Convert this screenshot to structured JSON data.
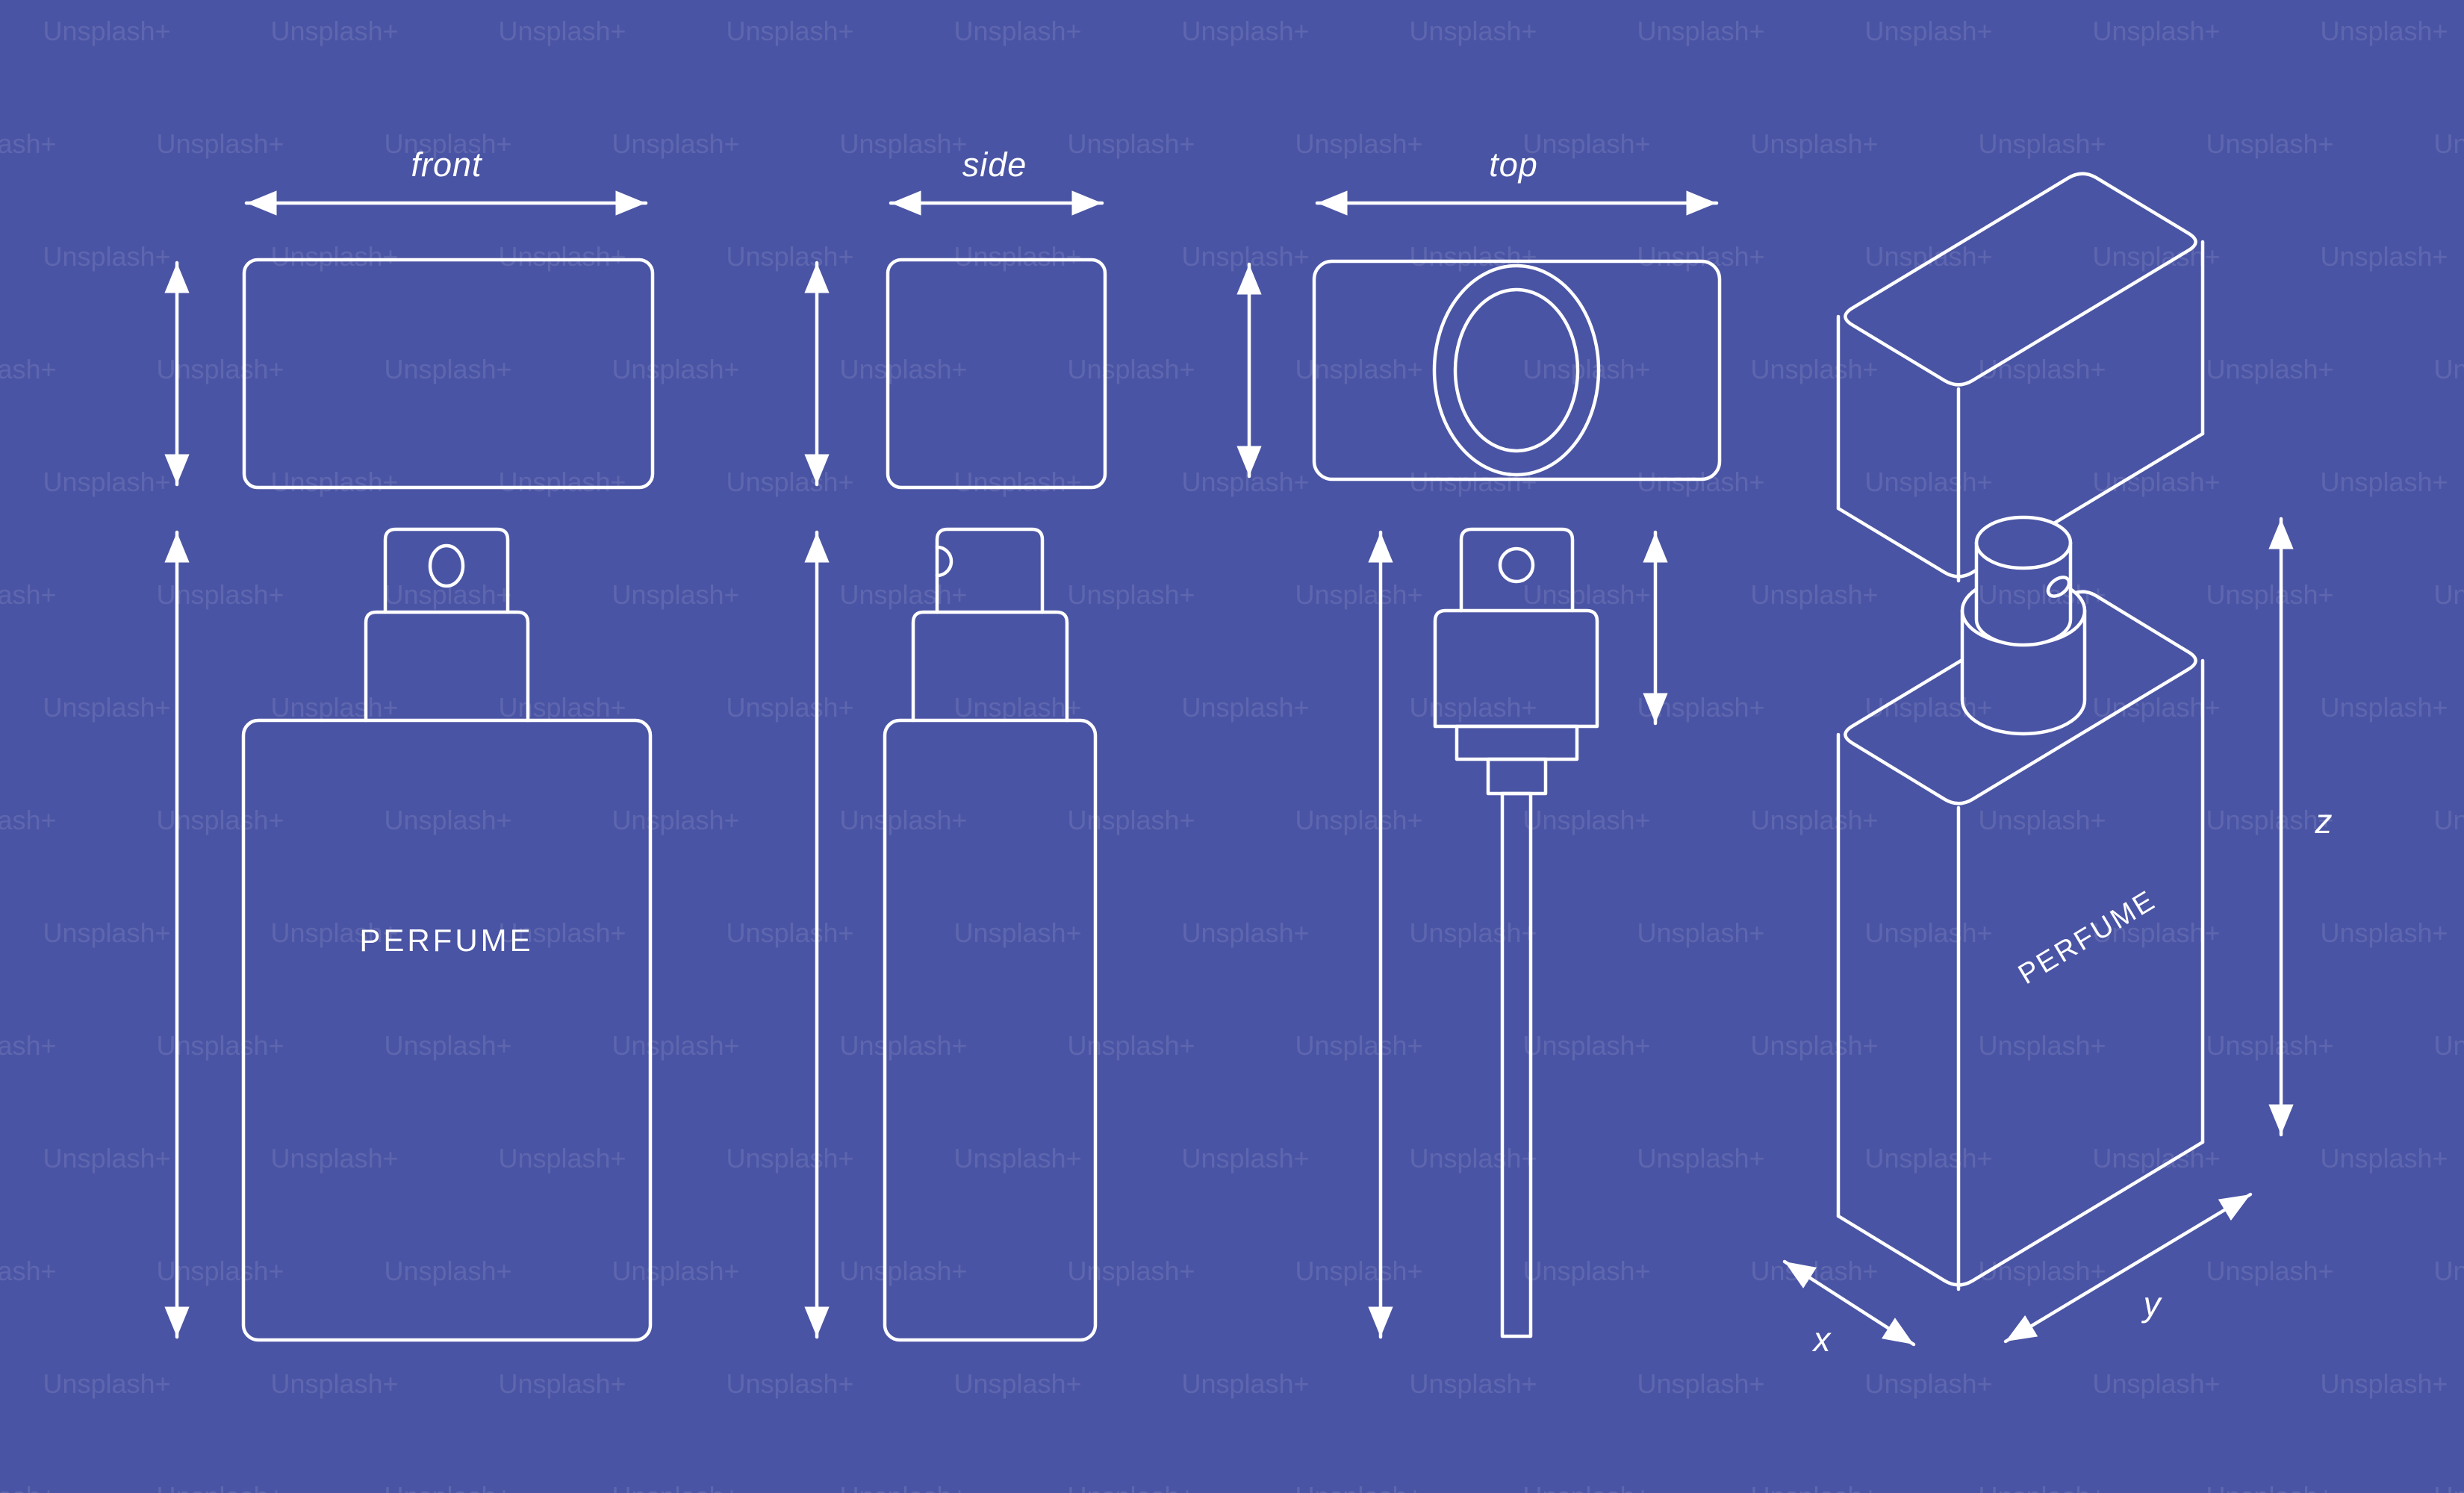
{
  "page": {
    "background": "#4a54a4",
    "stroke_color": "#ffffff",
    "watermark_text": "Unsplash+"
  },
  "views": {
    "front": {
      "label": "front",
      "bottle_label": "PERFUME"
    },
    "side": {
      "label": "side"
    },
    "top": {
      "label": "top"
    },
    "isometric": {
      "bottle_label": "PERFUME",
      "axis_labels": {
        "x": "x",
        "y": "y",
        "z": "z"
      }
    }
  }
}
